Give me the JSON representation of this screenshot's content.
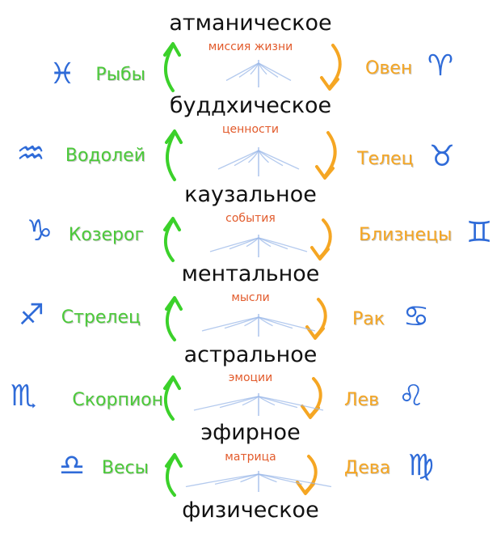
{
  "colors": {
    "left_arrow": "#3bd12a",
    "right_arrow": "#f5a623",
    "sign_label_left": "#4cc93a",
    "sign_label_right": "#f5a623",
    "glyph": "#2f6bd8",
    "sublabel": "#e25b2c",
    "tree": "#9bb8e8"
  },
  "planes": [
    {
      "name": "атманическое",
      "sub": "миссия жизни"
    },
    {
      "name": "буддхическое",
      "sub": "ценности"
    },
    {
      "name": "каузальное",
      "sub": "события"
    },
    {
      "name": "ментальное",
      "sub": "мысли"
    },
    {
      "name": "астральное",
      "sub": "эмоции"
    },
    {
      "name": "эфирное",
      "sub": "матрица"
    },
    {
      "name": "физическое",
      "sub": ""
    }
  ],
  "left_signs": [
    {
      "label": "Рыбы",
      "glyph": "♓",
      "icon": "pisces-icon"
    },
    {
      "label": "Водолей",
      "glyph": "♒",
      "icon": "aquarius-icon"
    },
    {
      "label": "Козерог",
      "glyph": "♑",
      "icon": "capricorn-icon"
    },
    {
      "label": "Стрелец",
      "glyph": "♐",
      "icon": "sagittarius-icon"
    },
    {
      "label": "Скорпион",
      "glyph": "♏",
      "icon": "scorpio-icon"
    },
    {
      "label": "Весы",
      "glyph": "♎",
      "icon": "libra-icon"
    }
  ],
  "right_signs": [
    {
      "label": "Овен",
      "glyph": "♈",
      "icon": "aries-icon"
    },
    {
      "label": "Телец",
      "glyph": "♉",
      "icon": "taurus-icon"
    },
    {
      "label": "Близнецы",
      "glyph": "♊",
      "icon": "gemini-icon"
    },
    {
      "label": "Рак",
      "glyph": "♋",
      "icon": "cancer-icon"
    },
    {
      "label": "Лев",
      "glyph": "♌",
      "icon": "leo-icon"
    },
    {
      "label": "Дева",
      "glyph": "♍",
      "icon": "virgo-icon"
    }
  ]
}
